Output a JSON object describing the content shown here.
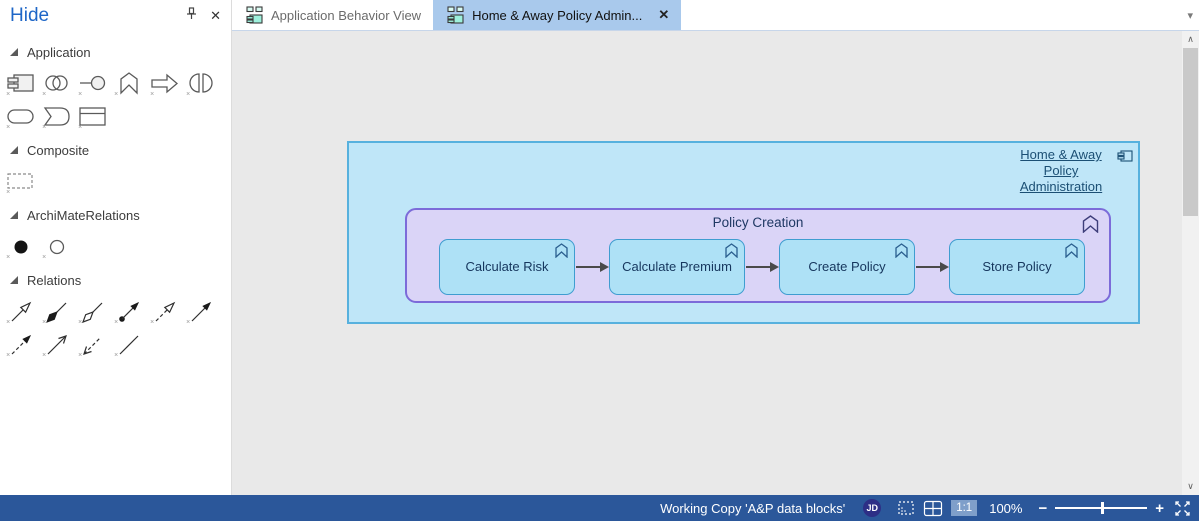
{
  "panel": {
    "title": "Hide",
    "sections": [
      {
        "label": "Application",
        "icons": [
          "application-component-icon",
          "application-collaboration-icon",
          "application-interface-icon",
          "application-function-icon",
          "application-process-icon",
          "application-interaction-icon",
          "application-service-icon",
          "application-event-icon",
          "data-object-icon"
        ]
      },
      {
        "label": "Composite",
        "icons": [
          "grouping-icon"
        ]
      },
      {
        "label": "ArchiMateRelations",
        "icons": [
          "and-junction-icon",
          "or-junction-icon"
        ]
      },
      {
        "label": "Relations",
        "icons": [
          "specialization-icon",
          "composition-icon",
          "aggregation-icon",
          "assignment-icon",
          "realization-icon",
          "triggering-icon",
          "flow-icon",
          "serving-icon",
          "access-icon",
          "association-icon"
        ]
      }
    ]
  },
  "tabbar": {
    "tabs": [
      {
        "label": "Application Behavior View",
        "active": false
      },
      {
        "label": "Home & Away Policy Admin...",
        "active": true
      }
    ],
    "close_glyph": "✕",
    "dropdown_glyph": "▾"
  },
  "panel_icons": {
    "close_glyph": "✕"
  },
  "scrollbar": {
    "up_glyph": "∧",
    "down_glyph": "∨"
  },
  "diagram": {
    "outer_label": "Home & Away Policy Administration",
    "container_label": "Policy Creation",
    "boxes": [
      "Calculate Risk",
      "Calculate Premium",
      "Create Policy",
      "Store Policy"
    ],
    "colors": {
      "outer_fill": "#bfe6f8",
      "outer_border": "#57b1de",
      "group_fill": "#dad4f7",
      "group_border": "#7c6bd9",
      "node_fill": "#aee1f6",
      "node_border": "#3f9dd0",
      "node_text": "#16365d",
      "arrow": "#4a4a4a"
    }
  },
  "statusbar": {
    "working_copy": "Working Copy 'A&P data blocks'",
    "avatar_initials": "JD",
    "scale_label": "1:1",
    "zoom_label": "100%",
    "minus_glyph": "−",
    "plus_glyph": "+"
  }
}
